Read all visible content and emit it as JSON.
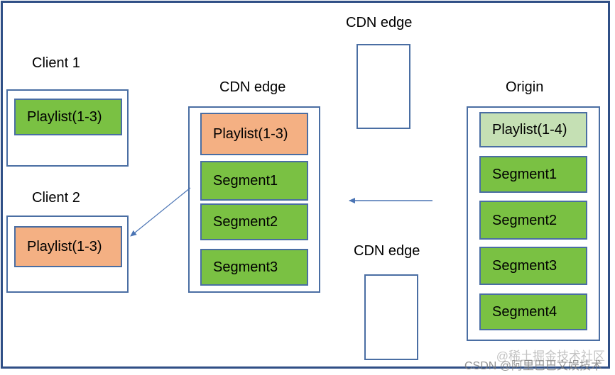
{
  "labels": {
    "client1": "Client 1",
    "client2": "Client 2",
    "cdn_edge_middle": "CDN edge",
    "cdn_edge_top": "CDN edge",
    "cdn_edge_bottom": "CDN edge",
    "origin": "Origin"
  },
  "client1": {
    "playlist": "Playlist(1-3)"
  },
  "client2": {
    "playlist": "Playlist(1-3)"
  },
  "cdn_edge": {
    "playlist": "Playlist(1-3)",
    "segments": [
      "Segment1",
      "Segment2",
      "Segment3"
    ]
  },
  "origin": {
    "playlist": "Playlist(1-4)",
    "segments": [
      "Segment1",
      "Segment2",
      "Segment3",
      "Segment4"
    ]
  },
  "watermark": {
    "line1": "@稀土掘金技术社区",
    "line2": "CSDN @阿里巴巴文娱技术"
  },
  "colors": {
    "segment_green": "#7ac143",
    "cached_playlist_orange": "#f4b083",
    "new_playlist_light_green": "#c5e0b4",
    "border_blue": "#4a6ea3"
  }
}
